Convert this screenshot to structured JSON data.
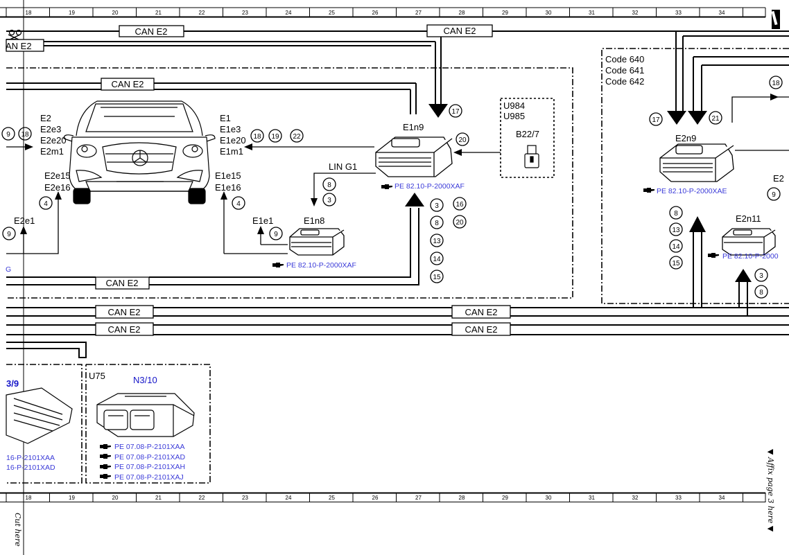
{
  "ruler": {
    "top_numbers": [
      "18",
      "19",
      "20",
      "21",
      "22",
      "23",
      "24",
      "25",
      "26",
      "27",
      "28",
      "29",
      "30",
      "31",
      "32",
      "33",
      "34"
    ],
    "bottom_numbers": [
      "18",
      "19",
      "20",
      "21",
      "22",
      "23",
      "24",
      "25",
      "26",
      "27",
      "28",
      "29",
      "30",
      "31",
      "32",
      "33",
      "34"
    ]
  },
  "bus": {
    "label": "CAN E2",
    "truncated_label": "AN E2"
  },
  "vehicle": {
    "left_labels": [
      "E2",
      "E2e3",
      "E2e20",
      "E2m1"
    ],
    "right_labels": [
      "E1",
      "E1e3",
      "E1e20",
      "E1m1"
    ],
    "left_lower": [
      "E2e15",
      "E2e16"
    ],
    "right_lower": [
      "E1e15",
      "E1e16"
    ],
    "e2e1": "E2e1",
    "e1e1": "E1e1",
    "partial_g": "G"
  },
  "e1n9": {
    "name": "E1n9",
    "ref": "PE 82.10-P-2000XAF",
    "lin": "LIN G1"
  },
  "e1n8": {
    "name": "E1n8",
    "ref": "PE 82.10-P-2000XAF"
  },
  "u984": {
    "codes": [
      "U984",
      "U985"
    ],
    "sensor": "B22/7"
  },
  "right_panel": {
    "codes": [
      "Code 640",
      "Code 641",
      "Code 642"
    ],
    "e2n9": "E2n9",
    "e2n9_ref": "PE 82.10-P-2000XAE",
    "e2n11": "E2n11",
    "e2n11_ref": "PE 82.10-P-2000",
    "partial_e": "E2"
  },
  "circles": {
    "c3": "3",
    "c4": "4",
    "c8": "8",
    "c9": "9",
    "c13": "13",
    "c14": "14",
    "c15": "15",
    "c16": "16",
    "c17": "17",
    "c18": "18",
    "c19": "19",
    "c20": "20",
    "c21": "21",
    "c22": "22"
  },
  "bottom": {
    "left_partial": "3/9",
    "left_refs": [
      "16-P-2101XAA",
      "16-P-2101XAD"
    ],
    "u75": "U75",
    "n310": "N3/10",
    "n310_refs": [
      "PE 07.08-P-2101XAA",
      "PE 07.08-P-2101XAD",
      "PE 07.08-P-2101XAH",
      "PE 07.08-P-2101XAJ"
    ]
  },
  "margin": {
    "cut_here": "Cut here",
    "affix": "▼ Affix page 3 here ▼"
  }
}
